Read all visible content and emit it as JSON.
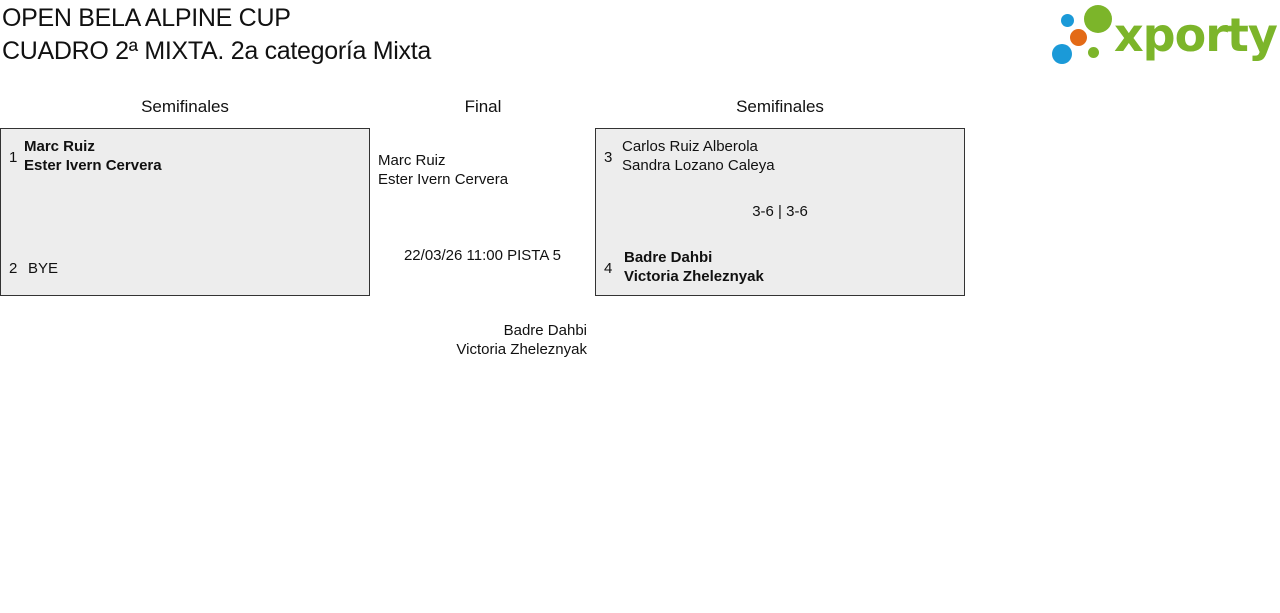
{
  "header": {
    "title_line1": "OPEN BELA ALPINE CUP",
    "title_line2": "CUADRO 2ª MIXTA. 2a categoría Mixta"
  },
  "logo": {
    "text": "xporty",
    "colors": {
      "green": "#7cb52a",
      "blue": "#1b9ad8",
      "orange": "#e36a16"
    }
  },
  "columns": {
    "left": "Semifinales",
    "center": "Final",
    "right": "Semifinales"
  },
  "semifinal_left": {
    "top": {
      "seed": "1",
      "player1": "Marc Ruiz",
      "player2": "Ester Ivern Cervera",
      "winner": true
    },
    "bottom": {
      "seed": "2",
      "player1": "BYE",
      "player2": "",
      "winner": false
    },
    "score": ""
  },
  "semifinal_right": {
    "top": {
      "seed": "3",
      "player1": "Carlos Ruiz Alberola",
      "player2": "Sandra Lozano Caleya",
      "winner": false
    },
    "bottom": {
      "seed": "4",
      "player1": "Badre Dahbi",
      "player2": "Victoria Zheleznyak",
      "winner": true
    },
    "score": "3-6 | 3-6"
  },
  "final": {
    "team_top": {
      "player1": "Marc Ruiz",
      "player2": "Ester Ivern Cervera"
    },
    "schedule": "22/03/26 11:00 PISTA 5",
    "team_bottom": {
      "player1": "Badre Dahbi",
      "player2": "Victoria Zheleznyak"
    }
  }
}
